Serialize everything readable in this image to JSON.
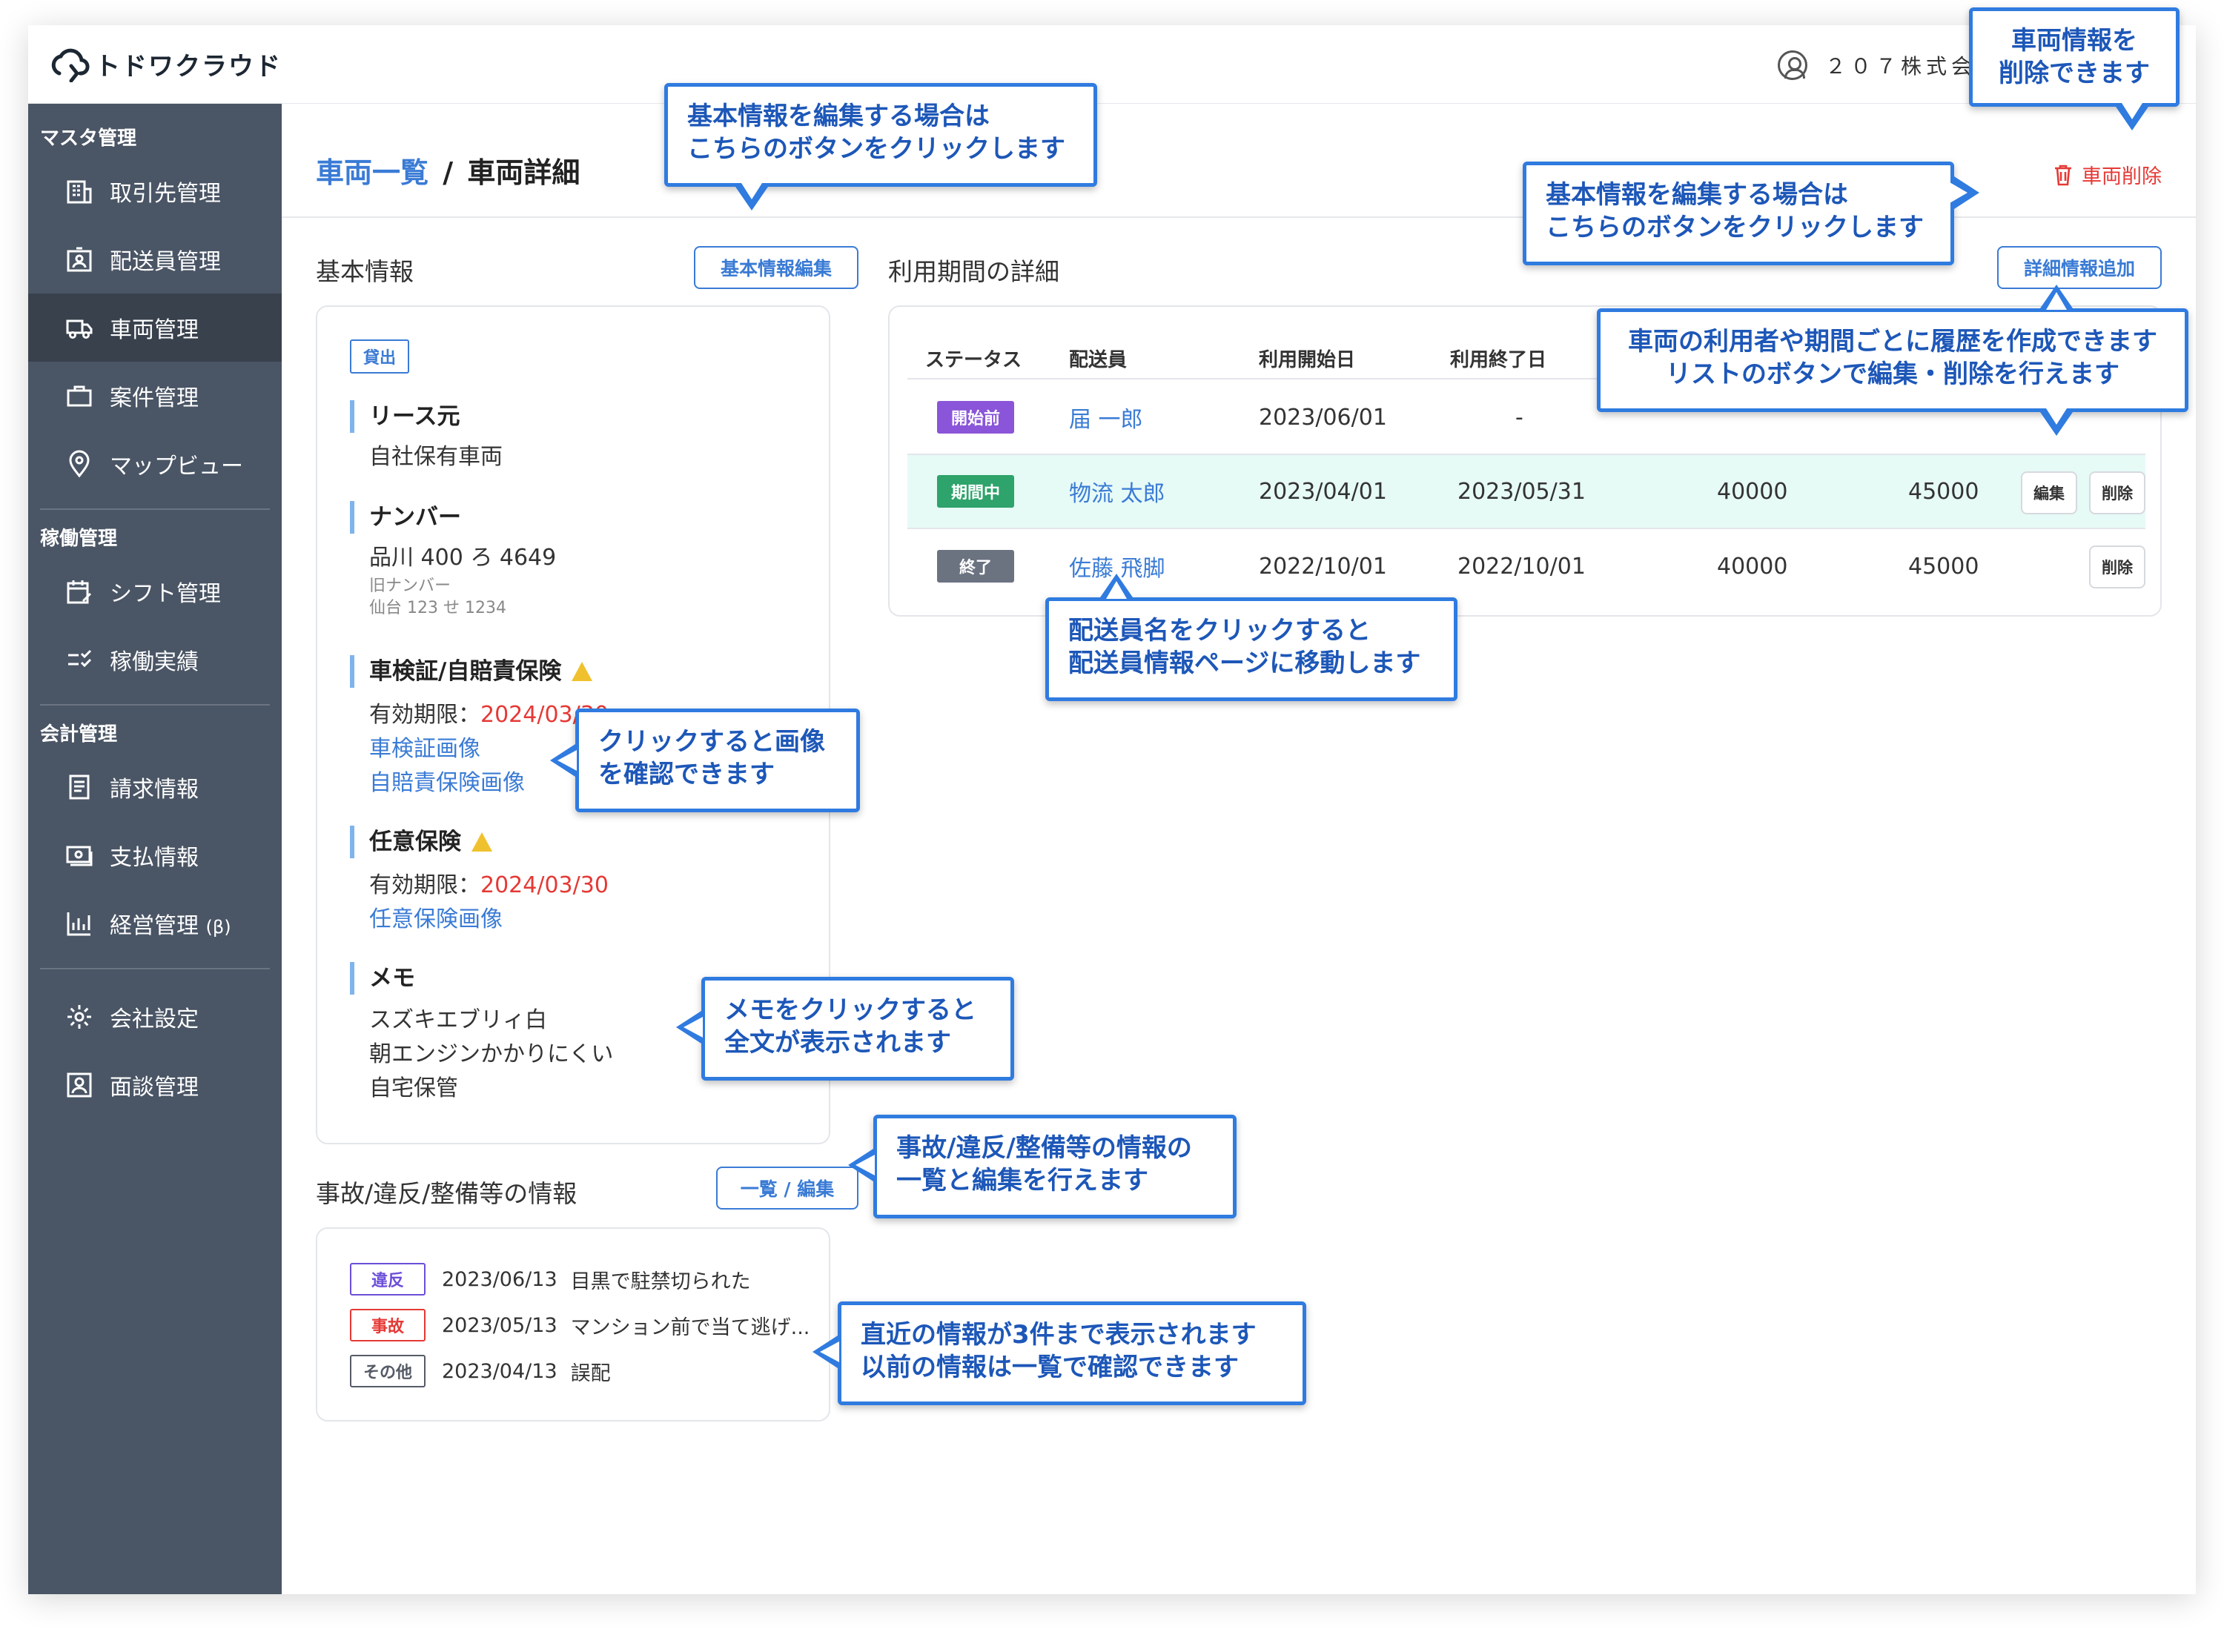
{
  "app": {
    "logo_text": "トドワクラウド",
    "company": "２０７株式会社"
  },
  "sidebar": {
    "sections": [
      {
        "title": "マスタ管理",
        "items": [
          "取引先管理",
          "配送員管理",
          "車両管理",
          "案件管理",
          "マップビュー"
        ]
      },
      {
        "title": "稼働管理",
        "items": [
          "シフト管理",
          "稼働実績"
        ]
      },
      {
        "title": "会計管理",
        "items": [
          "請求情報",
          "支払情報",
          "経営管理"
        ]
      }
    ],
    "beta_label": "(β)",
    "bottom_items": [
      "会社設定",
      "面談管理"
    ],
    "active": "車両管理"
  },
  "breadcrumb": {
    "parent": "車両一覧",
    "separator": "/",
    "current": "車両詳細"
  },
  "delete_vehicle_label": "車両削除",
  "basic": {
    "title": "基本情報",
    "edit_button": "基本情報編集",
    "status_tag": "貸出",
    "lease_head": "リース元",
    "lease_value": "自社保有車両",
    "number_head": "ナンバー",
    "number_value": "品川 400 ろ 4649",
    "old_number_label": "旧ナンバー",
    "old_number_value": "仙台 123 せ 1234",
    "inspection_head": "車検証/自賠責保険",
    "expiry_label": "有効期限：",
    "inspection_expiry": "2024/03/30",
    "inspection_image_link": "車検証画像",
    "liability_image_link": "自賠責保険画像",
    "optional_head": "任意保険",
    "optional_expiry": "2024/03/30",
    "optional_image_link": "任意保険画像",
    "memo_head": "メモ",
    "memo_lines": [
      "スズキエブリィ白",
      "朝エンジンかかりにくい",
      "自宅保管"
    ]
  },
  "incidents": {
    "title": "事故/違反/整備等の情報",
    "button": "一覧 / 編集",
    "items": [
      {
        "tag": "違反",
        "color": "#6b4fd8",
        "date": "2023/06/13",
        "text": "目黒で駐禁切られた"
      },
      {
        "tag": "事故",
        "color": "#e53935",
        "date": "2023/05/13",
        "text": "マンション前で当て逃げ..."
      },
      {
        "tag": "その他",
        "color": "#555b66",
        "date": "2023/04/13",
        "text": "誤配"
      }
    ]
  },
  "usage": {
    "title": "利用期間の詳細",
    "add_button": "詳細情報追加",
    "headers": [
      "ステータス",
      "配送員",
      "利用開始日",
      "利用終了日"
    ],
    "rows": [
      {
        "status": "開始前",
        "status_color": "#8a55d8",
        "driver": "届 一郎",
        "start": "2023/06/01",
        "end": "-",
        "v1": "",
        "v2": "",
        "edit": "",
        "delete": ""
      },
      {
        "status": "期間中",
        "status_color": "#2ea36b",
        "driver": "物流 太郎",
        "start": "2023/04/01",
        "end": "2023/05/31",
        "v1": "40000",
        "v2": "45000",
        "edit": "編集",
        "delete": "削除"
      },
      {
        "status": "終了",
        "status_color": "#6b7280",
        "driver": "佐藤 飛脚",
        "start": "2022/10/01",
        "end": "2022/10/01",
        "v1": "40000",
        "v2": "45000",
        "edit": "",
        "delete": "削除"
      }
    ]
  },
  "callouts": {
    "delete_vehicle": "車両情報を\n削除できます",
    "basic_edit": "基本情報を編集する場合は\nこちらのボタンをクリックします",
    "detail_add": "基本情報を編集する場合は\nこちらのボタンをクリックします",
    "history": "車両の利用者や期間ごとに履歴を作成できます\nリストのボタンで編集・削除を行えます",
    "driver_link": "配送員名をクリックすると\n配送員情報ページに移動します",
    "image_link": "クリックすると画像\nを確認できます",
    "memo": "メモをクリックすると\n全文が表示されます",
    "incident_list": "事故/違反/整備等の情報の\n一覧と編集を行えます",
    "recent": "直近の情報が3件まで表示されます\n以前の情報は一覧で確認できます"
  },
  "colors": {
    "sidebar": "#4a5565",
    "sidebar_active": "#39414d",
    "accent": "#3a7bd5",
    "callout_border": "#2f7be0",
    "danger": "#e53935"
  }
}
